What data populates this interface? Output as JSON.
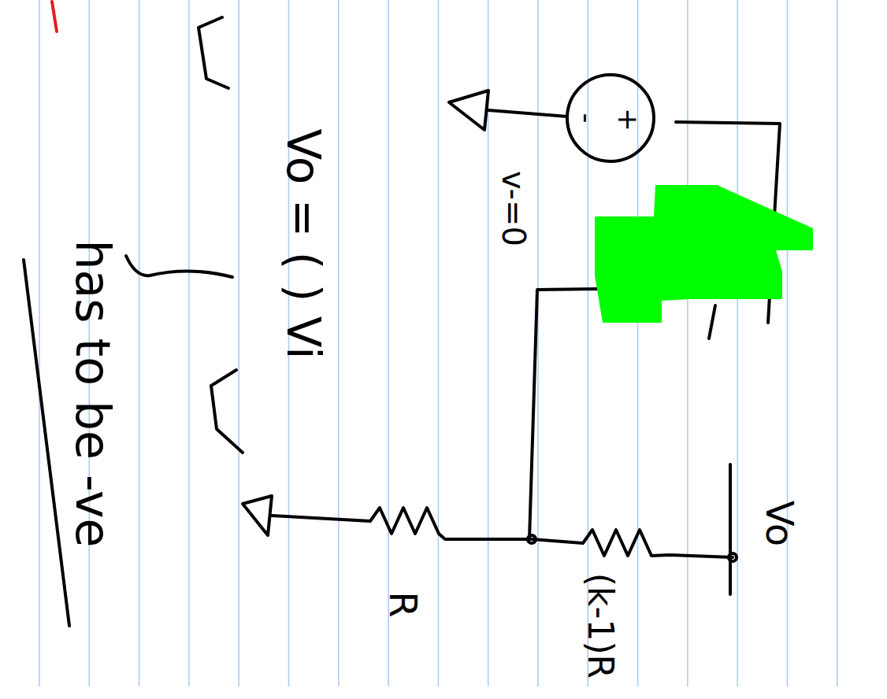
{
  "diagram": {
    "labels": [
      "Vo = ( ) Vi",
      "has to be -ve",
      "v-=0",
      "+",
      "-",
      "R",
      "(k-1)R",
      "Vo"
    ]
  }
}
